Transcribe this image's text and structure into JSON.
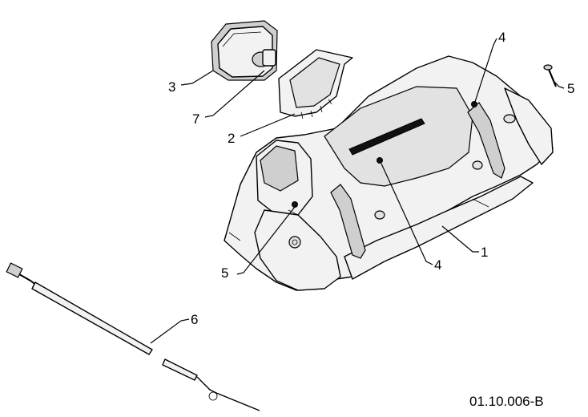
{
  "callouts": {
    "c1": "1",
    "c2": "2",
    "c3": "3",
    "c4a": "4",
    "c4b": "4",
    "c5a": "5",
    "c5b": "5",
    "c6": "6",
    "c7": "7"
  },
  "drawing_code": "01.10.006-B"
}
